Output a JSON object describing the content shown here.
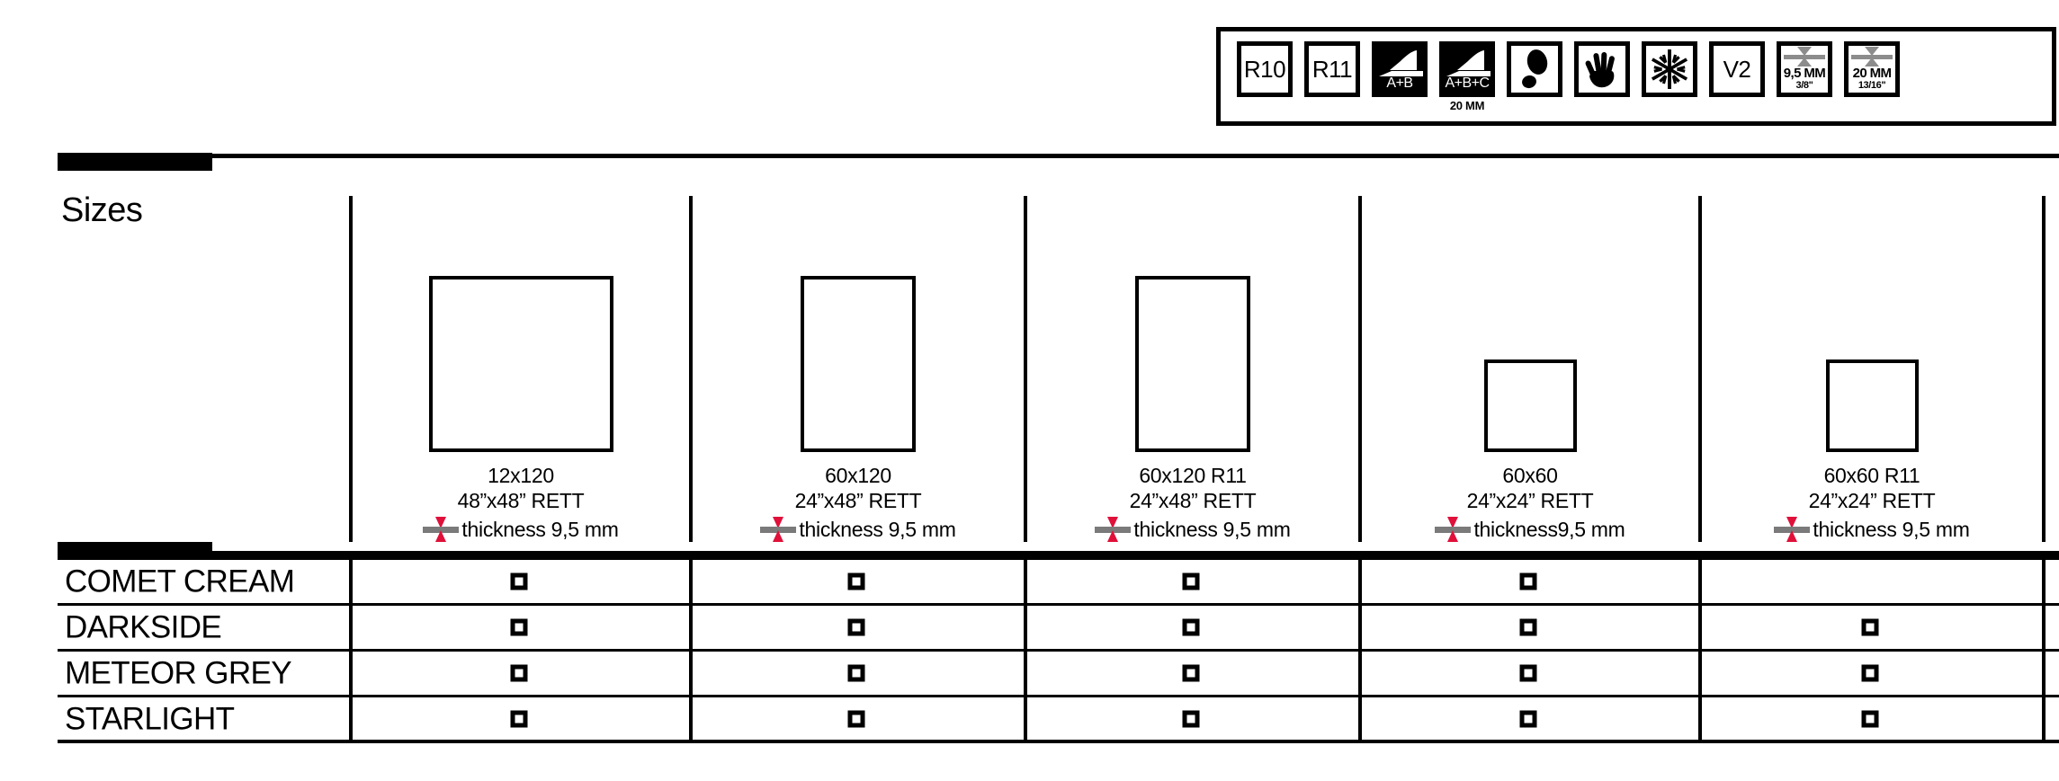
{
  "sizes_header": {
    "label": "Sizes"
  },
  "icon_panel": {
    "icons": [
      {
        "name": "slip-rating-r10",
        "type": "text",
        "text": "R10",
        "filled": false,
        "caption": ""
      },
      {
        "name": "slip-rating-r11",
        "type": "text",
        "text": "R11",
        "filled": false,
        "caption": ""
      },
      {
        "name": "barefoot-ramp-ab",
        "type": "ramp",
        "text": "A+B",
        "filled": true,
        "caption": ""
      },
      {
        "name": "barefoot-ramp-abc",
        "type": "ramp",
        "text": "A+B+C",
        "filled": true,
        "caption": "20 MM"
      },
      {
        "name": "footprint-icon",
        "type": "footprint",
        "text": "",
        "filled": false,
        "caption": ""
      },
      {
        "name": "hand-icon",
        "type": "hand",
        "text": "",
        "filled": false,
        "caption": ""
      },
      {
        "name": "frost-resistant-snowflake-icon",
        "type": "snowflake",
        "text": "",
        "filled": false,
        "caption": ""
      },
      {
        "name": "abrasion-class-v2",
        "type": "text",
        "text": "V2",
        "filled": false,
        "caption": ""
      },
      {
        "name": "thickness-9-5mm-icon",
        "type": "thickness",
        "text": "",
        "filled": false,
        "caption": "",
        "mm": "9,5 MM",
        "inch": "3/8\""
      },
      {
        "name": "thickness-20mm-icon",
        "type": "thickness",
        "text": "",
        "filled": false,
        "caption": "",
        "mm": "20 MM",
        "inch": "13/16\""
      }
    ]
  },
  "columns": [
    {
      "name": "size-12x120",
      "size": "12x120",
      "imperial": "48”x48” RETT",
      "thickness": "thickness 9,5 mm",
      "shape_w": 205,
      "shape_h": 196
    },
    {
      "name": "size-60x120",
      "size": "60x120",
      "imperial": "24”x48” RETT",
      "thickness": "thickness 9,5 mm",
      "shape_w": 128,
      "shape_h": 196
    },
    {
      "name": "size-60x120-r11",
      "size": "60x120 R11",
      "imperial": "24”x48” RETT",
      "thickness": "thickness 9,5 mm",
      "shape_w": 128,
      "shape_h": 196
    },
    {
      "name": "size-60x60",
      "size": "60x60",
      "imperial": "24”x24” RETT",
      "thickness": "thickness9,5 mm",
      "shape_w": 103,
      "shape_h": 103
    },
    {
      "name": "size-60x60-r11",
      "size": "60x60 R11",
      "imperial": "24”x24” RETT",
      "thickness": "thickness 9,5 mm",
      "shape_w": 103,
      "shape_h": 103
    }
  ],
  "products": [
    {
      "name": "COMET CREAM",
      "availability": [
        true,
        true,
        true,
        true,
        false
      ]
    },
    {
      "name": "DARKSIDE",
      "availability": [
        true,
        true,
        true,
        true,
        true
      ]
    },
    {
      "name": "METEOR GREY",
      "availability": [
        true,
        true,
        true,
        true,
        true
      ]
    },
    {
      "name": "STARLIGHT",
      "availability": [
        true,
        true,
        true,
        true,
        true
      ]
    }
  ],
  "layout": {
    "col_dividers": [
      388,
      766,
      1138,
      1510,
      1888,
      2270
    ],
    "col_centers": [
      577,
      952,
      1324,
      1699,
      2079
    ],
    "grid_vlines": [
      324,
      702,
      1074,
      1446,
      1824,
      2206
    ],
    "grid_cell_centers": [
      513,
      888,
      1260,
      1635,
      2015
    ]
  },
  "colors": {
    "ink": "#000000",
    "accent_red": "#e0103a",
    "thickness_grey": "#7a7a7a",
    "icon_grey": "#8c8c8c",
    "paper": "#ffffff"
  }
}
